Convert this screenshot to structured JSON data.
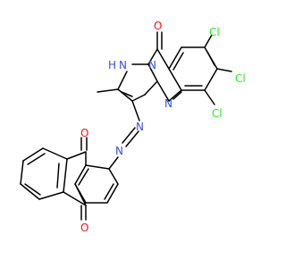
{
  "molecule": {
    "atom_labels": {
      "o_top": "O",
      "o_anth1": "O",
      "o_anth2": "O",
      "nh": "N",
      "nh_h": "H",
      "n_bridge": "N",
      "n_ring": "N",
      "n_azo1": "N",
      "n_azo2": "N",
      "cl1": "Cl",
      "cl2": "Cl",
      "cl3": "Cl"
    },
    "colors": {
      "bond": "#000000",
      "oxygen": "#ff0d0d",
      "nitrogen": "#3050f8",
      "chlorine": "#1ff01f"
    }
  }
}
